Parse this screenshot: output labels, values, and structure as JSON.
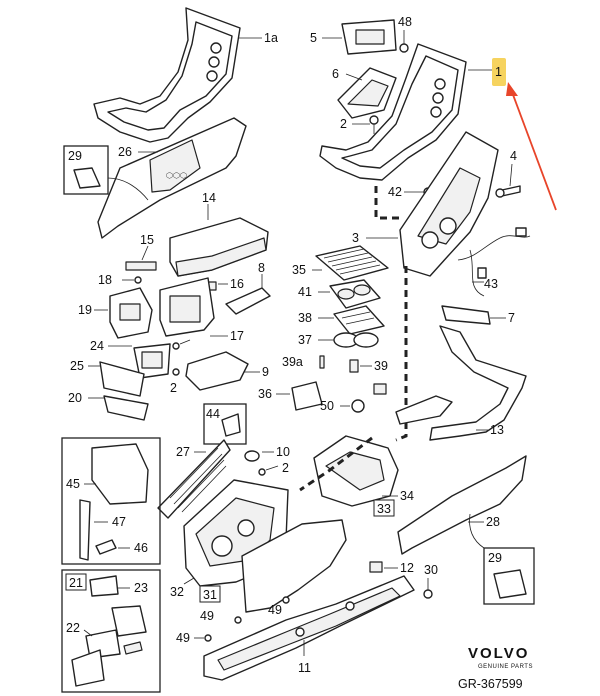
{
  "highlight_color": "#f6d35f",
  "arrow_color": "#e8452a",
  "labels": {
    "p1a": "1a",
    "p5": "5",
    "p48": "48",
    "p1": "1",
    "p6": "6",
    "p2a": "2",
    "p29a": "29",
    "p26": "26",
    "p4": "4",
    "p42": "42",
    "p14": "14",
    "p15": "15",
    "p3": "3",
    "p18": "18",
    "p16": "16",
    "p8": "8",
    "p35": "35",
    "p43": "43",
    "p19": "19",
    "p41": "41",
    "p38": "38",
    "p7": "7",
    "p17": "17",
    "p24": "24",
    "p37": "37",
    "p39a": "39a",
    "p39": "39",
    "p25": "25",
    "p2b": "2",
    "p9": "9",
    "p36": "36",
    "p20": "20",
    "p44": "44",
    "p50": "50",
    "p13": "13",
    "p27": "27",
    "p10": "10",
    "p2c": "2",
    "p45": "45",
    "p34": "34",
    "p33": "33",
    "p47": "47",
    "p28": "28",
    "p46": "46",
    "p29b": "29",
    "p21": "21",
    "p23": "23",
    "p32": "32",
    "p31": "31",
    "p12": "12",
    "p30": "30",
    "p49a": "49",
    "p49b": "49",
    "p22": "22",
    "p49c": "49",
    "p11": "11"
  },
  "brand": {
    "name": "VOLVO",
    "tagline": "GENUINE PARTS"
  },
  "figure_code": "GR-367599"
}
